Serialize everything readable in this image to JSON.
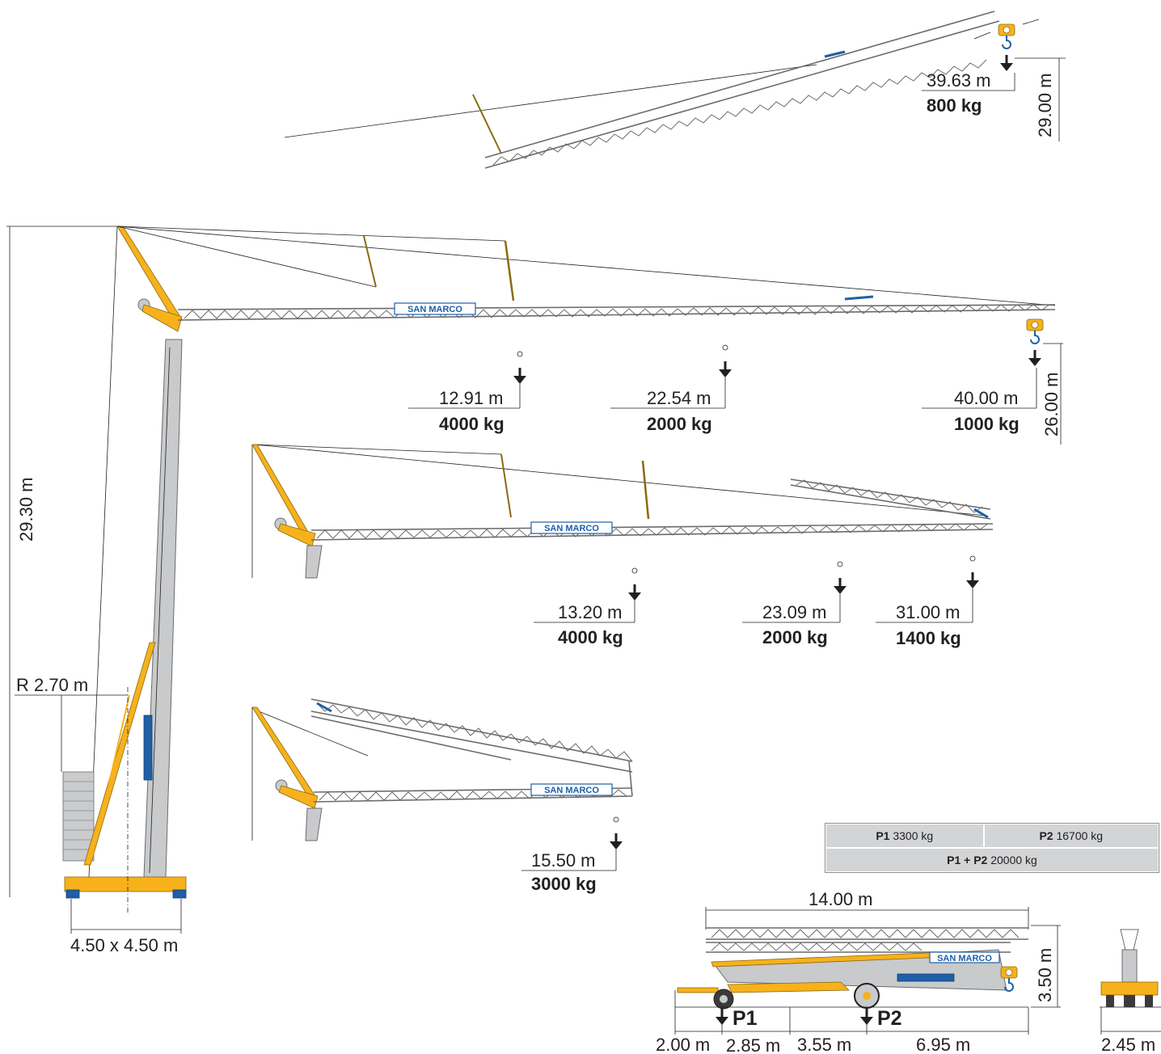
{
  "configs": [
    {
      "id": "raised",
      "loads": [
        {
          "radius": "39.63 m",
          "mass": "800 kg"
        }
      ],
      "hook_height": "29.00 m"
    },
    {
      "id": "horizontal",
      "brand": "SAN MARCO",
      "hook_height": "26.00 m",
      "loads": [
        {
          "radius": "12.91 m",
          "mass": "4000 kg"
        },
        {
          "radius": "22.54 m",
          "mass": "2000 kg"
        },
        {
          "radius": "40.00 m",
          "mass": "1000 kg"
        }
      ]
    },
    {
      "id": "folded-tip",
      "brand": "SAN MARCO",
      "loads": [
        {
          "radius": "13.20 m",
          "mass": "4000 kg"
        },
        {
          "radius": "23.09 m",
          "mass": "2000 kg"
        },
        {
          "radius": "31.00 m",
          "mass": "1400 kg"
        }
      ]
    },
    {
      "id": "short",
      "brand": "SAN MARCO",
      "loads": [
        {
          "radius": "15.50 m",
          "mass": "3000 kg"
        }
      ]
    }
  ],
  "tower": {
    "height": "29.30 m",
    "counter_radius": "R 2.70 m",
    "base": "4.50 x 4.50 m"
  },
  "weights": {
    "p1_label": "P1",
    "p1_value": "3300 kg",
    "p2_label": "P2",
    "p2_value": "16700 kg",
    "total_label": "P1 + P2",
    "total_value": "20000 kg"
  },
  "transport": {
    "length": "14.00 m",
    "height": "3.50 m",
    "width": "2.45 m",
    "brand": "SAN MARCO",
    "axle_labels": [
      "P1",
      "P2"
    ],
    "segments": [
      "2.00 m",
      "2.85 m",
      "3.55 m",
      "6.95 m"
    ]
  }
}
